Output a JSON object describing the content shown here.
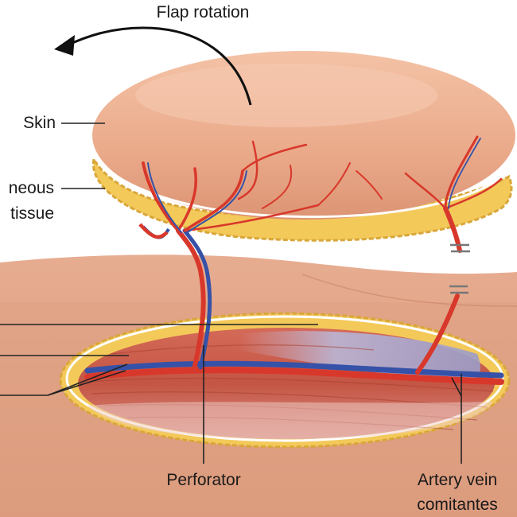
{
  "labels": {
    "flap_rotation": "Flap rotation",
    "skin": "Skin",
    "subcutaneous_line1": "neous",
    "subcutaneous_line2": "tissue",
    "perforator": "Perforator",
    "artery_vein_line1": "Artery vein",
    "artery_vein_line2": "comitantes"
  },
  "colors": {
    "skin_flap": "#eaaa8a",
    "skin_flap_highlight": "#f6cbb3",
    "fat_layer": "#f3c95a",
    "fat_border": "#d9a63a",
    "body_skin": "#e3a588",
    "muscle": "#c9594a",
    "muscle_dark": "#a8402f",
    "fascia": "#b9b7d8",
    "artery": "#d8382b",
    "vein": "#3552a8",
    "leader_line": "#222222"
  }
}
